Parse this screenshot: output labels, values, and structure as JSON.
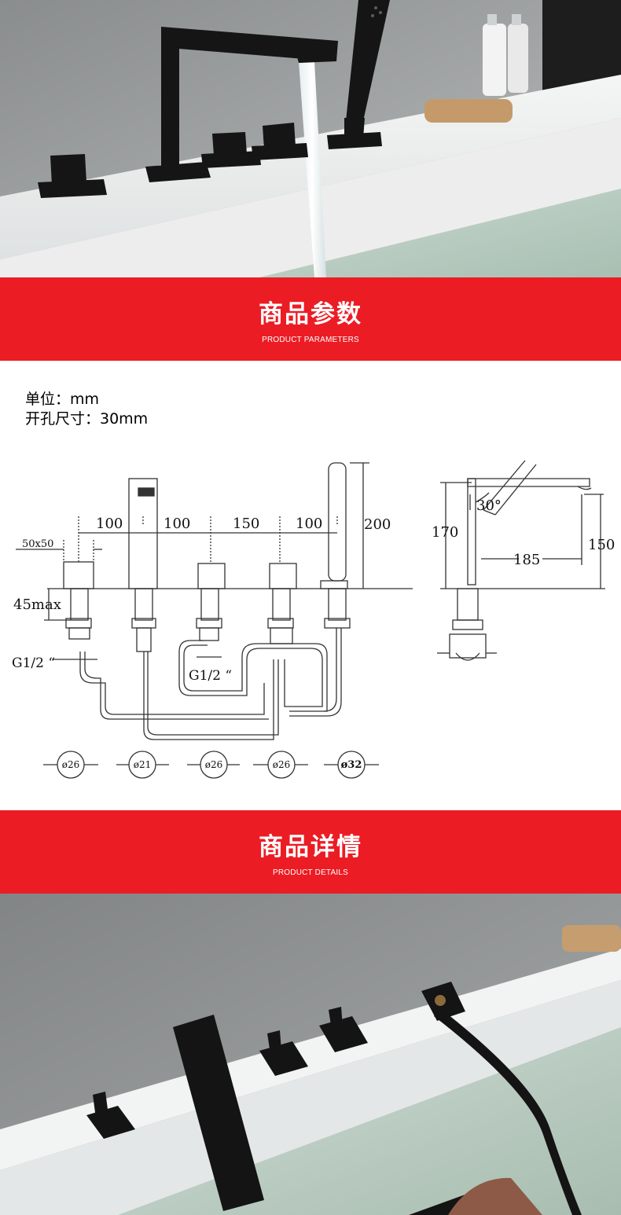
{
  "sections": {
    "parameters": {
      "title_cn": "商品参数",
      "title_en": "PRODUCT PARAMETERS"
    },
    "details": {
      "title_cn": "商品详情",
      "title_en": "PRODUCT DETAILS"
    }
  },
  "specs": {
    "unit": "单位：mm",
    "hole_size": "开孔尺寸：30mm"
  },
  "diagram": {
    "spacing": [
      "100",
      "100",
      "150",
      "100"
    ],
    "handle_size": "50x50",
    "deck_thickness": "45max",
    "thread_left": "G1/2 “",
    "thread_center": "G1/2 “",
    "shower_height": "200",
    "side_angle": "30°",
    "side_height": "170",
    "side_reach": "185",
    "side_spout_height": "150",
    "diameters": [
      "ø26",
      "ø21",
      "ø26",
      "ø26",
      "ø32"
    ]
  },
  "colors": {
    "banner": "#ec1c24",
    "fixture": "#141414"
  }
}
